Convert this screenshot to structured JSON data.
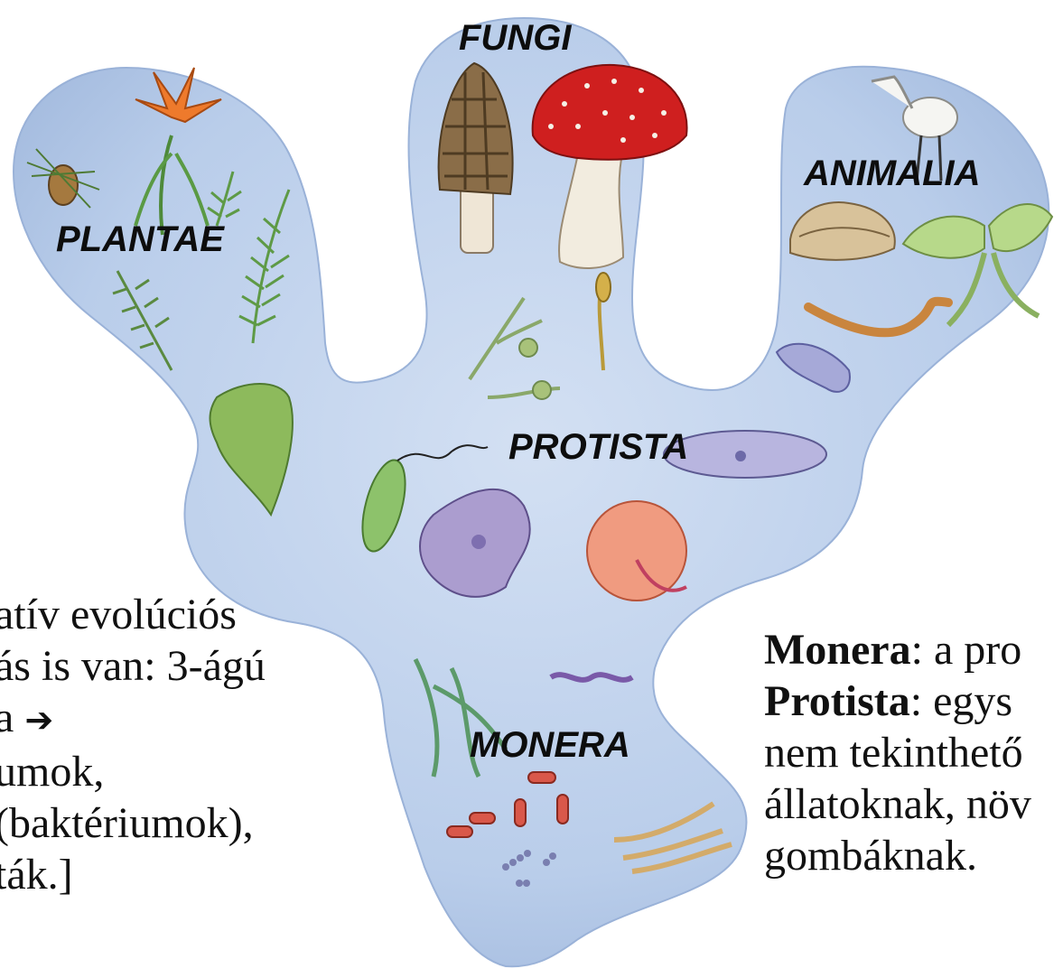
{
  "labels": {
    "fungi": "FUNGI",
    "plantae": "PLANTAE",
    "animalia": "ANIMALIA",
    "protista": "PROTISTA",
    "monera": "MONERA"
  },
  "left_text": {
    "line1": "atív evolúciós",
    "line2": "ás is van: 3-ágú",
    "line3": "a",
    "line3_arrow": "➔",
    "line4": "umok,",
    "line5": "(baktériumok),",
    "line6": "ták.]"
  },
  "right_text": {
    "monera_term": "Monera",
    "monera_rest": ": a pro",
    "protista_term": "Protista",
    "protista_rest": ": egys",
    "line3": "nem tekinthető",
    "line4": "állatoknak, növ",
    "line5": "gombáknak."
  },
  "colors": {
    "blob_fill": "#b9cdea",
    "blob_shade": "#9db6dc",
    "text": "#111111"
  }
}
